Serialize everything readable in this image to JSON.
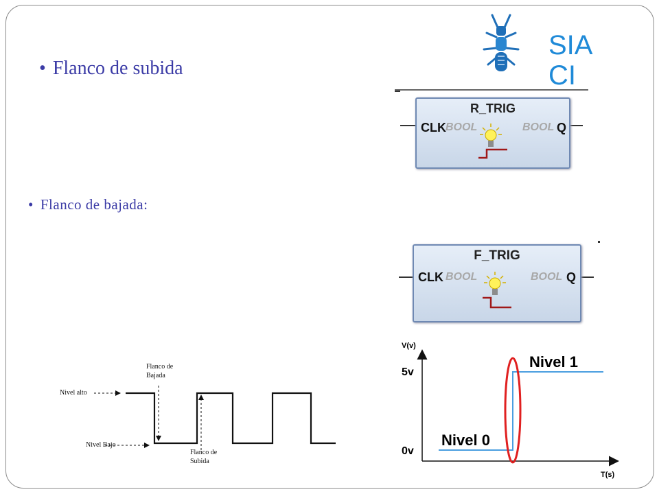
{
  "bullets": {
    "rising": "Flanco de subida",
    "falling": "Flanco de bajada:"
  },
  "logo": {
    "text": "SIA CI",
    "icon": "robot-ant-icon"
  },
  "blocks": {
    "r_trig": {
      "title": "R_TRIG",
      "in_pin": "CLK",
      "in_type": "BOOL",
      "out_type": "BOOL",
      "out_pin": "Q"
    },
    "f_trig": {
      "title": "F_TRIG",
      "in_pin": "CLK",
      "in_type": "BOOL",
      "out_type": "BOOL",
      "out_pin": "Q"
    }
  },
  "pulse_diagram": {
    "nivel_alto": "Nivel alto",
    "nivel_bajo": "Nivel Bajo",
    "flanco_bajada": [
      "Flanco de",
      "Bajada"
    ],
    "flanco_subida": [
      "Flanco de",
      "Subida"
    ]
  },
  "voltage_chart": {
    "y_axis": "V(v)",
    "x_axis": "T(s)",
    "y5": "5v",
    "y0": "0v",
    "nivel1": "Nivel 1",
    "nivel0": "Nivel 0"
  },
  "colors": {
    "accent": "#3b3ba6",
    "logo": "#1f8ad8",
    "edge_highlight": "#e02020",
    "signal": "#4a9ee0",
    "block_bar": "#a01818"
  }
}
